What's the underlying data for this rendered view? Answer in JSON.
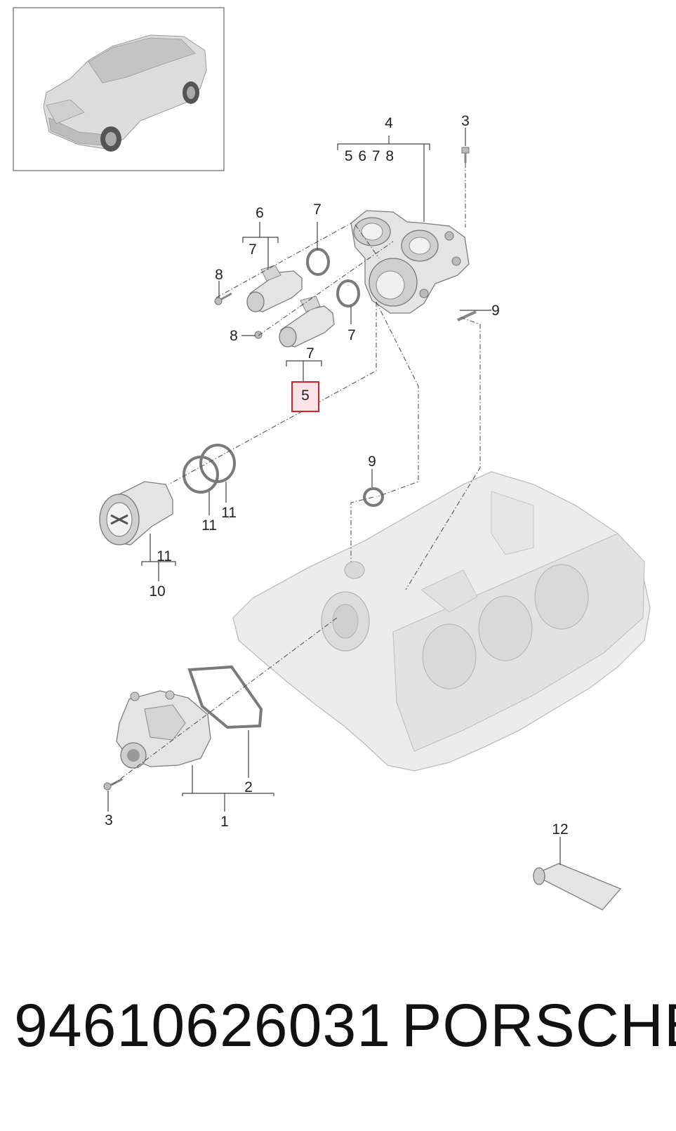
{
  "labels": {
    "l1": "1",
    "l2": "2",
    "l3a": "3",
    "l3b": "3",
    "l4": "4",
    "l4sub": "5 6 7 8",
    "l5": "5",
    "l6": "6",
    "l7a": "7",
    "l7b": "7",
    "l7c": "7",
    "l7d": "7",
    "l8a": "8",
    "l8b": "8",
    "l9a": "9",
    "l9b": "9",
    "l10": "10",
    "l11a": "11",
    "l11b": "11",
    "l11c": "11",
    "l12": "12"
  },
  "footer": {
    "part_number": "94610626031",
    "brand": "PORSCHE"
  },
  "colors": {
    "highlight_border": "#d0222a",
    "highlight_fill": "#fde3e6"
  }
}
